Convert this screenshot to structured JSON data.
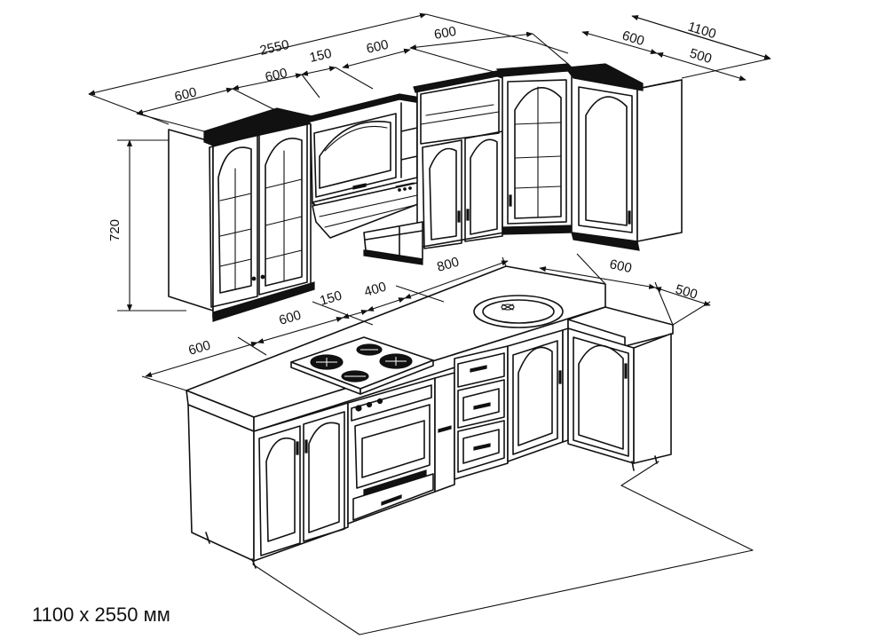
{
  "caption": "1100 x 2550 мм",
  "upper_dims": {
    "overall_length": "2550",
    "seg1": "600",
    "seg2": "600",
    "seg3": "150",
    "seg4": "600",
    "seg5": "600",
    "side_length": "1100",
    "side_seg1": "600",
    "side_seg2": "500",
    "height": "720"
  },
  "lower_dims": {
    "seg1": "600",
    "seg2": "600",
    "seg3": "150",
    "seg4": "400",
    "seg5": "800",
    "side_seg1": "600",
    "side_seg2": "500"
  }
}
